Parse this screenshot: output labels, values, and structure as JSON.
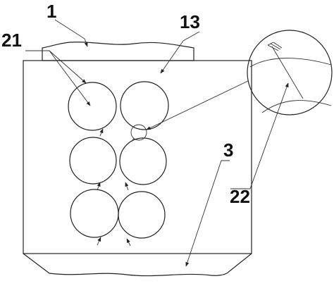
{
  "labels": {
    "part_1": "1",
    "part_13": "13",
    "part_21": "21",
    "part_3": "3",
    "part_22": "22"
  },
  "colors": {
    "stroke": "#222222",
    "background": "#ffffff"
  }
}
